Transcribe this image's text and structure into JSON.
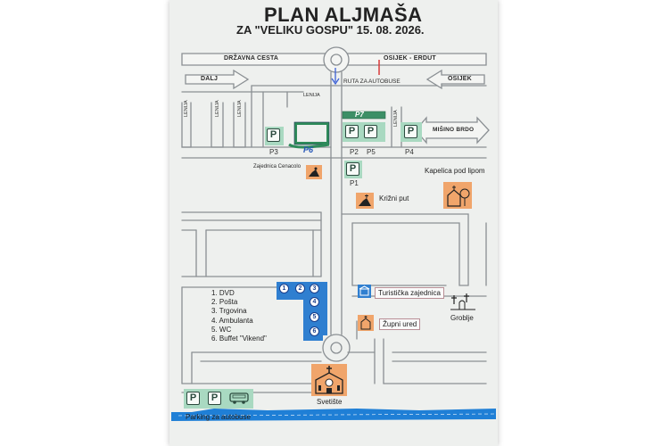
{
  "header": {
    "title": "PLAN ALJMAŠA",
    "subtitle": "ZA \"VELIKU GOSPU\" 15. 08. 2026."
  },
  "roads": {
    "drzavna_cesta": "DRŽAVNA CESTA",
    "osijek_erdut": "OSIJEK - ERDUT",
    "dalj": "DALJ",
    "osijek": "OSIJEK",
    "ruta": "RUTA ZA AUTOBUSE",
    "misino_brdo": "MIŠINO BRDO",
    "lenija": "LENIJA"
  },
  "parking_labels": {
    "p1": "P1",
    "p2": "P2",
    "p3": "P3",
    "p4": "P4",
    "p5": "P5",
    "p6": "P6",
    "p7": "P7",
    "parking_symbol": "P"
  },
  "places": {
    "cenacolo": "Zajednica Cenacolo",
    "kapelica": "Kapelica pod lipom",
    "krizni_put": "Križni put",
    "turisticka": "Turistička zajednica",
    "zupni_ured": "Župni ured",
    "groblje": "Groblje",
    "svetiste": "Svetište",
    "parking_bus": "Parking za autobuse"
  },
  "legend": [
    "1. DVD",
    "2. Pošta",
    "3. Trgovina",
    "4. Ambulanta",
    "5. WC",
    "6. Buffet \"Vikend\""
  ],
  "numbers": [
    "1",
    "2",
    "3",
    "4",
    "5",
    "6"
  ],
  "colors": {
    "parking_green": "#a9d9c1",
    "landmark_orange": "#f0a56b",
    "service_blue": "#2f7fd0",
    "road_grey": "#8a8f93",
    "bus_route_red": "#d83a3a",
    "river_blue": "#1f7fd6"
  }
}
